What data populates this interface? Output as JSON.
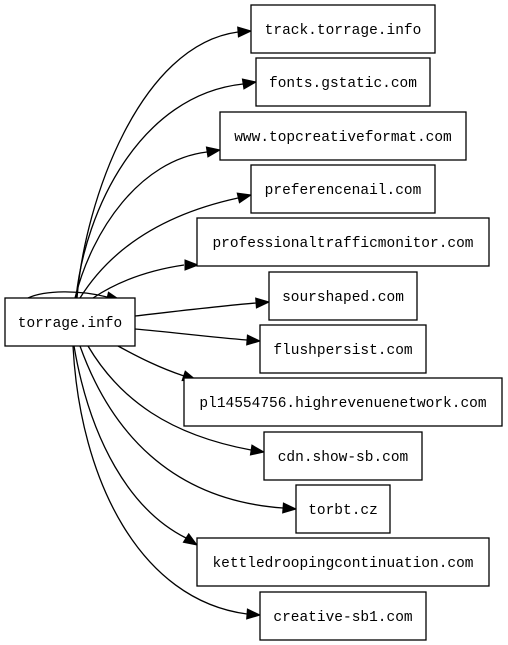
{
  "graph": {
    "source": {
      "id": "torrage",
      "label": "torrage.info"
    },
    "targets": [
      {
        "id": "track",
        "label": "track.torrage.info"
      },
      {
        "id": "fonts",
        "label": "fonts.gstatic.com"
      },
      {
        "id": "topcreative",
        "label": "www.topcreativeformat.com"
      },
      {
        "id": "preferencenail",
        "label": "preferencenail.com"
      },
      {
        "id": "ptm",
        "label": "professionaltrafficmonitor.com"
      },
      {
        "id": "sourshaped",
        "label": "sourshaped.com"
      },
      {
        "id": "flushpersist",
        "label": "flushpersist.com"
      },
      {
        "id": "highrevenue",
        "label": "pl14554756.highrevenuenetwork.com"
      },
      {
        "id": "showsb",
        "label": "cdn.show-sb.com"
      },
      {
        "id": "torbt",
        "label": "torbt.cz"
      },
      {
        "id": "kettle",
        "label": "kettledroopingcontinuation.com"
      },
      {
        "id": "creativesb1",
        "label": "creative-sb1.com"
      }
    ],
    "edges": [
      {
        "from": "torrage",
        "to": "track"
      },
      {
        "from": "torrage",
        "to": "fonts"
      },
      {
        "from": "torrage",
        "to": "topcreative"
      },
      {
        "from": "torrage",
        "to": "preferencenail"
      },
      {
        "from": "torrage",
        "to": "ptm"
      },
      {
        "from": "torrage",
        "to": "sourshaped"
      },
      {
        "from": "torrage",
        "to": "flushpersist"
      },
      {
        "from": "torrage",
        "to": "highrevenue"
      },
      {
        "from": "torrage",
        "to": "showsb"
      },
      {
        "from": "torrage",
        "to": "torbt"
      },
      {
        "from": "torrage",
        "to": "kettle"
      },
      {
        "from": "torrage",
        "to": "creativesb1"
      },
      {
        "from": "torrage",
        "to": "torrage"
      }
    ],
    "colors": {
      "background": "#ffffff",
      "stroke": "#000000",
      "text": "#000000"
    }
  }
}
